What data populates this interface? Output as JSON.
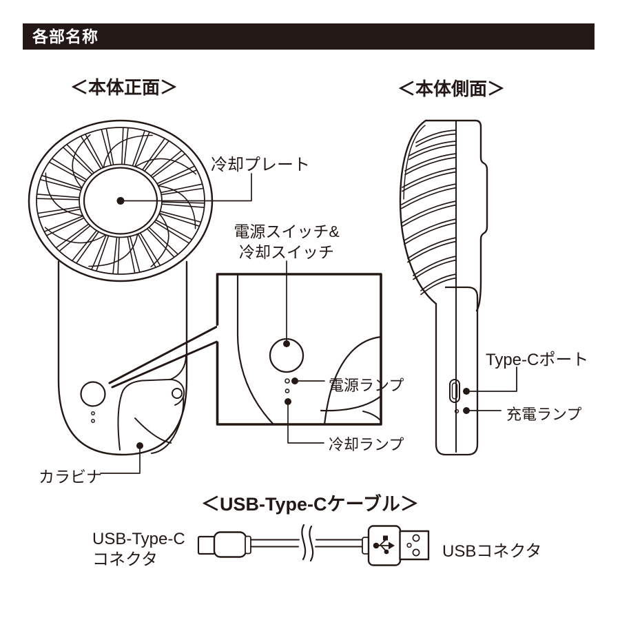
{
  "banner": {
    "title": "各部名称"
  },
  "sections": {
    "front": {
      "heading": "＜本体正面＞"
    },
    "side": {
      "heading": "＜本体側面＞"
    },
    "cable": {
      "heading": "＜USB-Type-Cケーブル＞"
    }
  },
  "labels": {
    "cooling_plate": "冷却プレート",
    "switch_line1": "電源スイッチ&",
    "switch_line2": "冷却スイッチ",
    "power_lamp": "電源ランプ",
    "cooling_lamp": "冷却ランプ",
    "carabiner": "カラビナ",
    "type_c_port": "Type-Cポート",
    "charge_lamp": "充電ランプ",
    "usb_c_connector_line1": "USB-Type-C",
    "usb_c_connector_line2": "コネクタ",
    "usb_connector": "USBコネクタ"
  },
  "colors": {
    "ink": "#231815",
    "background": "#ffffff"
  }
}
